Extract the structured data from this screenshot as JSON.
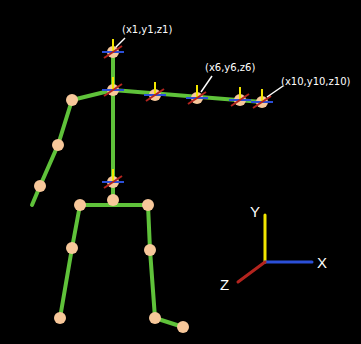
{
  "diagram": {
    "labels": [
      "(x1,y1,z1)",
      "(x6,y6,z6)",
      "(x10,y10,z10)",
      "Y",
      "X",
      "Z"
    ]
  }
}
